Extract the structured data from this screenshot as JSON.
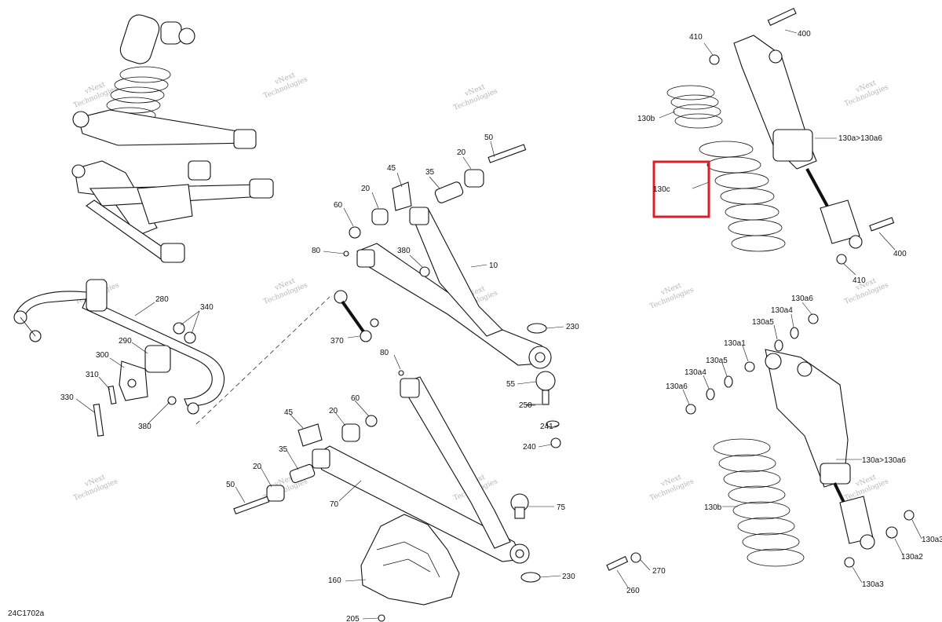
{
  "drawing_ref": "24C1702a",
  "watermark": [
    "vNext",
    "Technologies"
  ],
  "callouts": [
    {
      "id": "400a",
      "text": "400"
    },
    {
      "id": "410a",
      "text": "410"
    },
    {
      "id": "130b-top",
      "text": "130b"
    },
    {
      "id": "130c",
      "text": "130c"
    },
    {
      "id": "130a-top",
      "text": "130a>130a6"
    },
    {
      "id": "400b",
      "text": "400"
    },
    {
      "id": "410b",
      "text": "410"
    },
    {
      "id": "50a",
      "text": "50"
    },
    {
      "id": "20a",
      "text": "20"
    },
    {
      "id": "45a",
      "text": "45"
    },
    {
      "id": "35a",
      "text": "35"
    },
    {
      "id": "20b",
      "text": "20"
    },
    {
      "id": "60a",
      "text": "60"
    },
    {
      "id": "80a",
      "text": "80"
    },
    {
      "id": "380a",
      "text": "380"
    },
    {
      "id": "10",
      "text": "10"
    },
    {
      "id": "230a",
      "text": "230"
    },
    {
      "id": "370",
      "text": "370"
    },
    {
      "id": "80b",
      "text": "80"
    },
    {
      "id": "55",
      "text": "55"
    },
    {
      "id": "250",
      "text": "250"
    },
    {
      "id": "241",
      "text": "241"
    },
    {
      "id": "240",
      "text": "240"
    },
    {
      "id": "280",
      "text": "280"
    },
    {
      "id": "340",
      "text": "340"
    },
    {
      "id": "290",
      "text": "290"
    },
    {
      "id": "300",
      "text": "300"
    },
    {
      "id": "310",
      "text": "310"
    },
    {
      "id": "330",
      "text": "330"
    },
    {
      "id": "380b",
      "text": "380"
    },
    {
      "id": "45b",
      "text": "45"
    },
    {
      "id": "20c",
      "text": "20"
    },
    {
      "id": "60b",
      "text": "60"
    },
    {
      "id": "35b",
      "text": "35"
    },
    {
      "id": "20d",
      "text": "20"
    },
    {
      "id": "50b",
      "text": "50"
    },
    {
      "id": "70",
      "text": "70"
    },
    {
      "id": "75",
      "text": "75"
    },
    {
      "id": "160",
      "text": "160"
    },
    {
      "id": "230b",
      "text": "230"
    },
    {
      "id": "205",
      "text": "205"
    },
    {
      "id": "270",
      "text": "270"
    },
    {
      "id": "260",
      "text": "260"
    },
    {
      "id": "130a6a",
      "text": "130a6"
    },
    {
      "id": "130a4a",
      "text": "130a4"
    },
    {
      "id": "130a5a",
      "text": "130a5"
    },
    {
      "id": "130a1",
      "text": "130a1"
    },
    {
      "id": "130a5b",
      "text": "130a5"
    },
    {
      "id": "130a4b",
      "text": "130a4"
    },
    {
      "id": "130a6b",
      "text": "130a6"
    },
    {
      "id": "130a-bot",
      "text": "130a>130a6"
    },
    {
      "id": "130b-bot",
      "text": "130b"
    },
    {
      "id": "130a3a",
      "text": "130a3"
    },
    {
      "id": "130a2",
      "text": "130a2"
    },
    {
      "id": "130a3b",
      "text": "130a3"
    }
  ],
  "highlight_color": "#d9202a"
}
